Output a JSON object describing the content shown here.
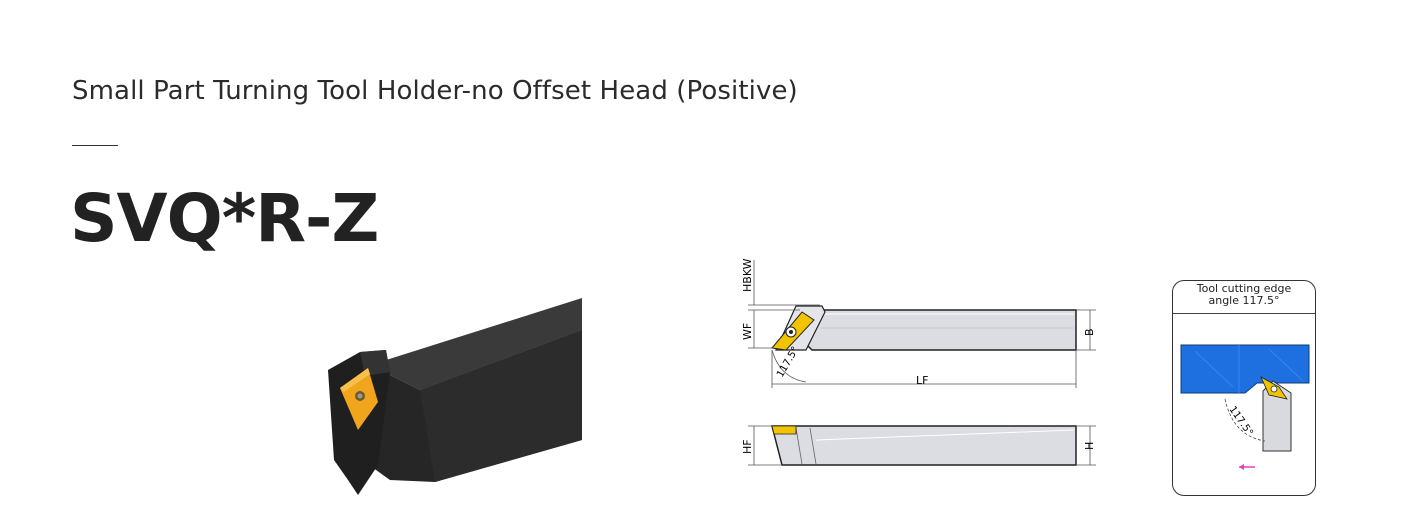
{
  "header": {
    "subtitle": "Small Part Turning Tool Holder-no Offset Head (Positive)",
    "title": "SVQ*R-Z"
  },
  "drawing": {
    "label_hbkw": "HBKW",
    "label_wf": "WF",
    "label_b": "B",
    "label_lf": "LF",
    "label_hf": "HF",
    "label_h": "H",
    "angle": "117.5°"
  },
  "detail": {
    "heading_line1": "Tool cutting edge",
    "heading_line2": "angle 117.5°",
    "angle": "117.5°"
  },
  "colors": {
    "insert_gold": "#f2b705",
    "insert_photo": "#f0a51c",
    "tool_body": "#2a2a2a",
    "workpiece_blue": "#1e6fe0",
    "shank_gray": "#dcdde2"
  }
}
